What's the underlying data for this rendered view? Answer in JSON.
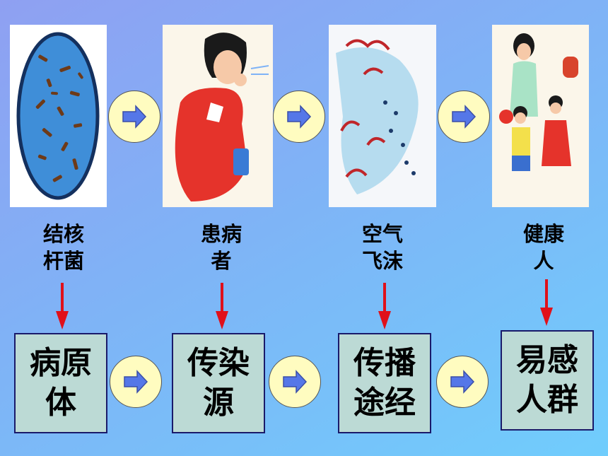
{
  "illustrations": [
    {
      "name": "bacteria-cell-picture"
    },
    {
      "name": "coughing-woman-picture"
    },
    {
      "name": "airborne-droplets-picture"
    },
    {
      "name": "healthy-family-picture"
    }
  ],
  "labels": [
    {
      "line1": "结核",
      "line2": "杆菌"
    },
    {
      "line1": "患病",
      "line2": "者"
    },
    {
      "line1": "空气",
      "line2": "飞沫"
    },
    {
      "line1": "健康",
      "line2": "人"
    }
  ],
  "boxes": [
    {
      "line1": "病原",
      "line2": "体"
    },
    {
      "line1": "传染",
      "line2": "源"
    },
    {
      "line1": "传播",
      "line2": "途经"
    },
    {
      "line1": "易感",
      "line2": "人群"
    }
  ],
  "colors": {
    "arrow_circle_fill": "#fffcc0",
    "blue_arrow": "#5577e8",
    "red_arrow": "#e0101a",
    "box_fill": "#bcdad5",
    "box_border": "#1a1a6a"
  }
}
